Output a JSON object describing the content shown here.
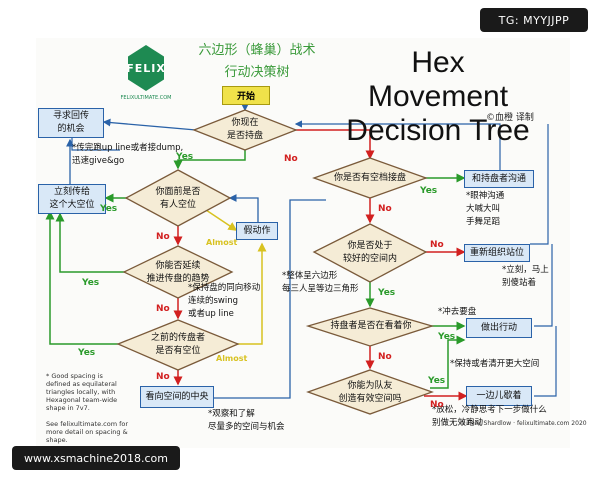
{
  "header": {
    "title_en": "Hex Movement Decision Tree",
    "title_cn_line1": "六边形（蜂巢）战术",
    "title_cn_line2": "行动决策树",
    "translator": "©血橙 译制",
    "logo_text": "FELIX",
    "logo_site": "FELIXULTIMATE.COM"
  },
  "start": "开始",
  "decisions": {
    "d1": "你现在\n是否持盘",
    "d2": "你面前是否\n有人空位",
    "d3": "你是否有空档接盘",
    "d4": "你能否延续\n推进传盘的趋势",
    "d5": "你是否处于\n较好的空间内",
    "d6": "之前的传盘者\n是否有空位",
    "d7": "持盘者是否在看着你",
    "d8": "你能为队友\n创造有效空间吗"
  },
  "actions": {
    "seek": "寻求回传\n的机会",
    "give": "立刻传给\n这个大空位",
    "fake": "假动作",
    "middle": "看向空间的中央",
    "communicate": "和持盘者沟通",
    "reposition": "重新组织站位",
    "cut": "做出行动",
    "aside": "一边儿歇着"
  },
  "notes": {
    "n_dump": "*传完跑up line或者接dump,\n迅速give&go",
    "n_eye": "*眼神沟通\n大喊大叫\n手舞足蹈",
    "n_hex": "*整体呈六边形\n每三人呈等边三角形",
    "n_instant": "*立刻，马上\n别傻站着",
    "n_swing": "*保持盘的同向移动\n连续的swing\n或者up line",
    "n_cut": "*冲去要盘",
    "n_space": "*保持或者清开更大空间",
    "n_observe": "*观察和了解\n尽量多的空间与机会",
    "n_relax": "*放松，冷静思考下一步做什么\n别做无效跑动"
  },
  "labels": {
    "yes": "Yes",
    "no": "No",
    "almost": "Almost"
  },
  "footnote": "* Good spacing is\ndefined as equilateral\ntriangles locally, with\nHexagonal team-wide\nshape in 7v7.\n\nSee felixultimate.com for more detail on spacing & shape.",
  "footer_credit": "© Felix Shardlow · felixultimate.com 2020",
  "watermarks": {
    "tg": "TG: MYYJJPP",
    "site": "www.xsmachine2018.com"
  },
  "colors": {
    "box_fill": "#d9e8f7",
    "box_border": "#2a62a8",
    "diamond_fill": "#f5ecd6",
    "diamond_border": "#7a5a3a",
    "yes": "#2a9a2a",
    "no": "#d22020",
    "almost": "#d8c220",
    "flow": "#2a62a8",
    "start_fill": "#f0e24a",
    "logo": "#1e8a52"
  }
}
